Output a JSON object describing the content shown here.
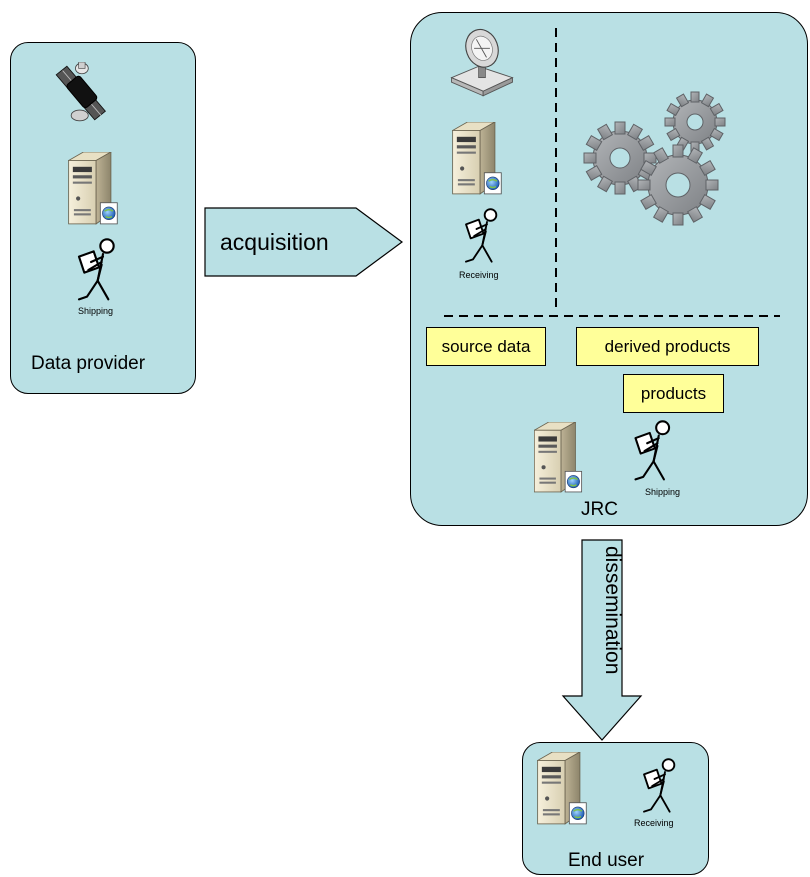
{
  "provider": {
    "title": "Data provider",
    "shipping_label": "Shipping"
  },
  "acquisition": {
    "label": "acquisition"
  },
  "jrc": {
    "title": "JRC",
    "receiving_label": "Receiving",
    "shipping_label": "Shipping",
    "boxes": {
      "source_data": "source data",
      "derived_products": "derived products",
      "products": "products"
    }
  },
  "dissemination": {
    "label": "dissemination"
  },
  "enduser": {
    "title": "End user",
    "receiving_label": "Receiving"
  },
  "colors": {
    "panel": "#b9e0e4",
    "label_box": "#ffff99",
    "gear": "#8f9296"
  },
  "icons": [
    "satellite-icon",
    "server-icon",
    "person-carrying-box-icon",
    "satellite-dish-icon",
    "gears-icon"
  ]
}
